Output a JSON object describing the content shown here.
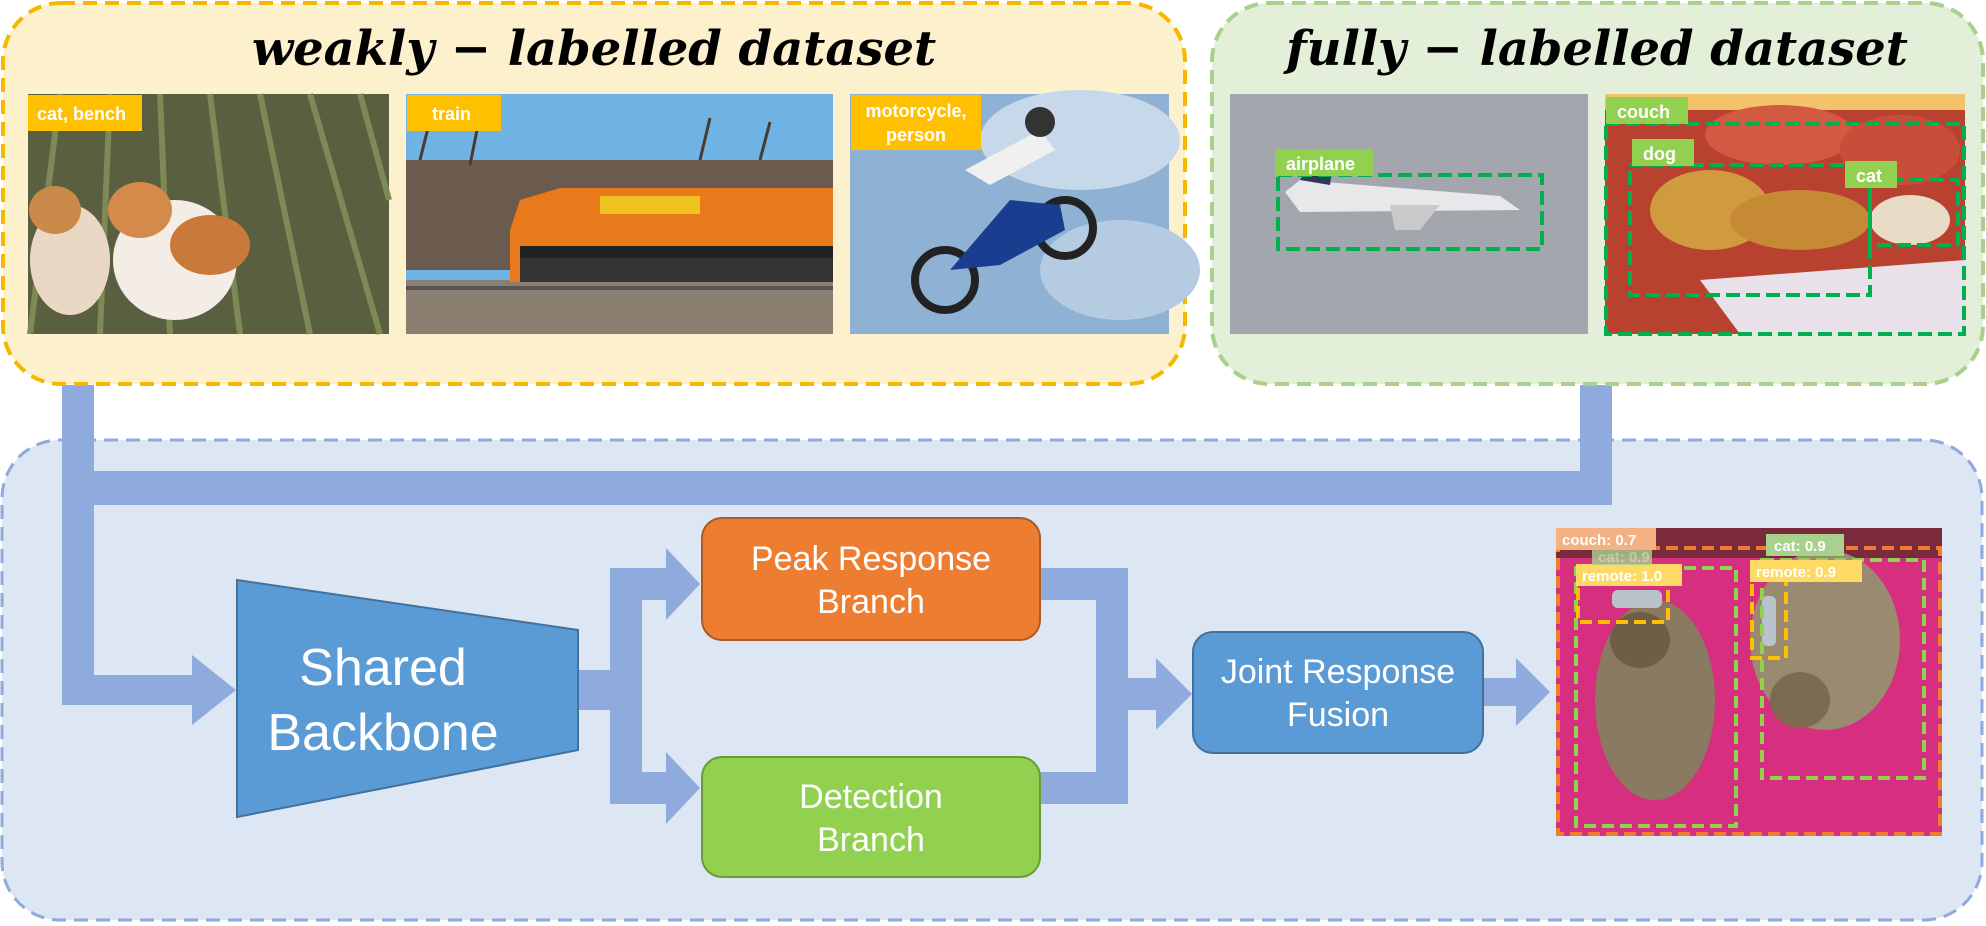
{
  "weak_panel": {
    "title": "weakly − labelled dataset",
    "images": [
      {
        "label": "cat, bench"
      },
      {
        "label": "train"
      },
      {
        "label_lines": [
          "motorcycle,",
          "person"
        ]
      }
    ]
  },
  "full_panel": {
    "title": "fully − labelled dataset",
    "images": [
      {
        "box_labels": [
          "airplane"
        ]
      },
      {
        "box_labels": [
          "couch",
          "dog",
          "cat"
        ]
      }
    ]
  },
  "pipeline": {
    "backbone_lines": [
      "Shared",
      "Backbone"
    ],
    "peak_lines": [
      "Peak Response",
      "Branch"
    ],
    "detection_lines": [
      "Detection",
      "Branch"
    ],
    "fusion_lines": [
      "Joint Response",
      "Fusion"
    ]
  },
  "output": {
    "detections": [
      "couch: 0.7",
      "cat: 0.9",
      "remote: 1.0",
      "cat: 0.9",
      "remote: 0.9"
    ]
  },
  "colors": {
    "weak_panel_bg": "#fdf0cd",
    "weak_panel_border": "#f5b800",
    "full_panel_bg": "#e3efd9",
    "full_panel_border": "#a9d18e",
    "bottom_panel_bg": "#dde7f4",
    "bottom_panel_border": "#8faadc",
    "arrow": "#8faadc",
    "backbone": "#5b9bd5",
    "peak_branch": "#ed7d31",
    "detection_branch": "#92d050",
    "fusion": "#5b9bd5",
    "weak_tag": "#ffc000",
    "full_tag": "#92d050",
    "full_box": "#00b050"
  }
}
